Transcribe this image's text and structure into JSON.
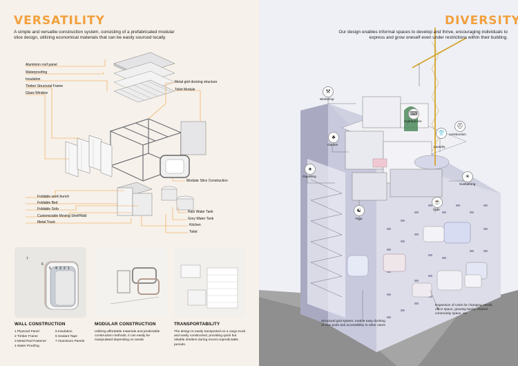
{
  "versatility": {
    "title": "VERSATILITY",
    "description": "A simple and versatile construction system, consisting of a prefabricated modular slice design, utilizing economical materials that can be easily sourced locally.",
    "labels_left": [
      "Aluminion roof panel",
      "Waterproofing",
      "Insulation",
      "Timber Structural Frame",
      "Glass Window"
    ],
    "labels_right": [
      "Metal grid docking structure",
      "Toilet Module",
      "Modular Slice Construction"
    ],
    "labels_bottom_left": [
      "Foldable work bunch",
      "Foldable Bed",
      "Foldable Sofa",
      "Customizable Moving Shelf/Wall",
      "Metal Track"
    ],
    "labels_bottom_right": [
      "Rain Water Tank",
      "Grey Water Tank",
      "Kitchen",
      "Toilet"
    ]
  },
  "wall": {
    "title": "WALL CONSTRUCTION",
    "items_col1": [
      "1 Plywood Panel",
      "2 Timber Frame",
      "3 Metal Rod Fastener",
      "4 Water Proofing"
    ],
    "items_col2": [
      "5 Insulation",
      "6 Sealant Tape",
      "7 Aluminium Panels"
    ],
    "numbers": [
      "7",
      "6",
      "5",
      "4",
      "3",
      "2",
      "1"
    ]
  },
  "modular": {
    "title": "MODULAR CONSTRUCTION",
    "text": "Utilizing affordable materials and predictable construction methods, it can easily be manipulated depending on needs"
  },
  "transport": {
    "title": "TRANSPORTABILITY",
    "text": "The design is easily transported on a cargo truck and easily constructed, providing quick but reliable shelters during recent unpredictable periods."
  },
  "diversity": {
    "title": "DIVERSITY",
    "description": "Our design enables informal spaces to develop and thrive, encouraging individuals to express and grow oneself even under restrictions within their building.",
    "icons": [
      {
        "label": "Workshop",
        "icon": "wrench-icon"
      },
      {
        "label": "Hydroponics",
        "icon": "keyboard-icon"
      },
      {
        "label": "Laundry",
        "icon": "shirt-icon"
      },
      {
        "label": "construction",
        "icon": "worker-icon"
      },
      {
        "label": "Garden",
        "icon": "tree-icon"
      },
      {
        "label": "Gambling",
        "icon": "cards-icon"
      },
      {
        "label": "Sunbathing",
        "icon": "sun-icon"
      },
      {
        "label": "Cafe",
        "icon": "coffee-icon"
      },
      {
        "label": "Yoga",
        "icon": "yoga-icon"
      }
    ],
    "note_grid": "Structural grid system, enable easy docking of new pods and accessibility to other users",
    "note_expansion": "Expansion of Units for changing needs, office space, growing family, shared community space, etc"
  }
}
